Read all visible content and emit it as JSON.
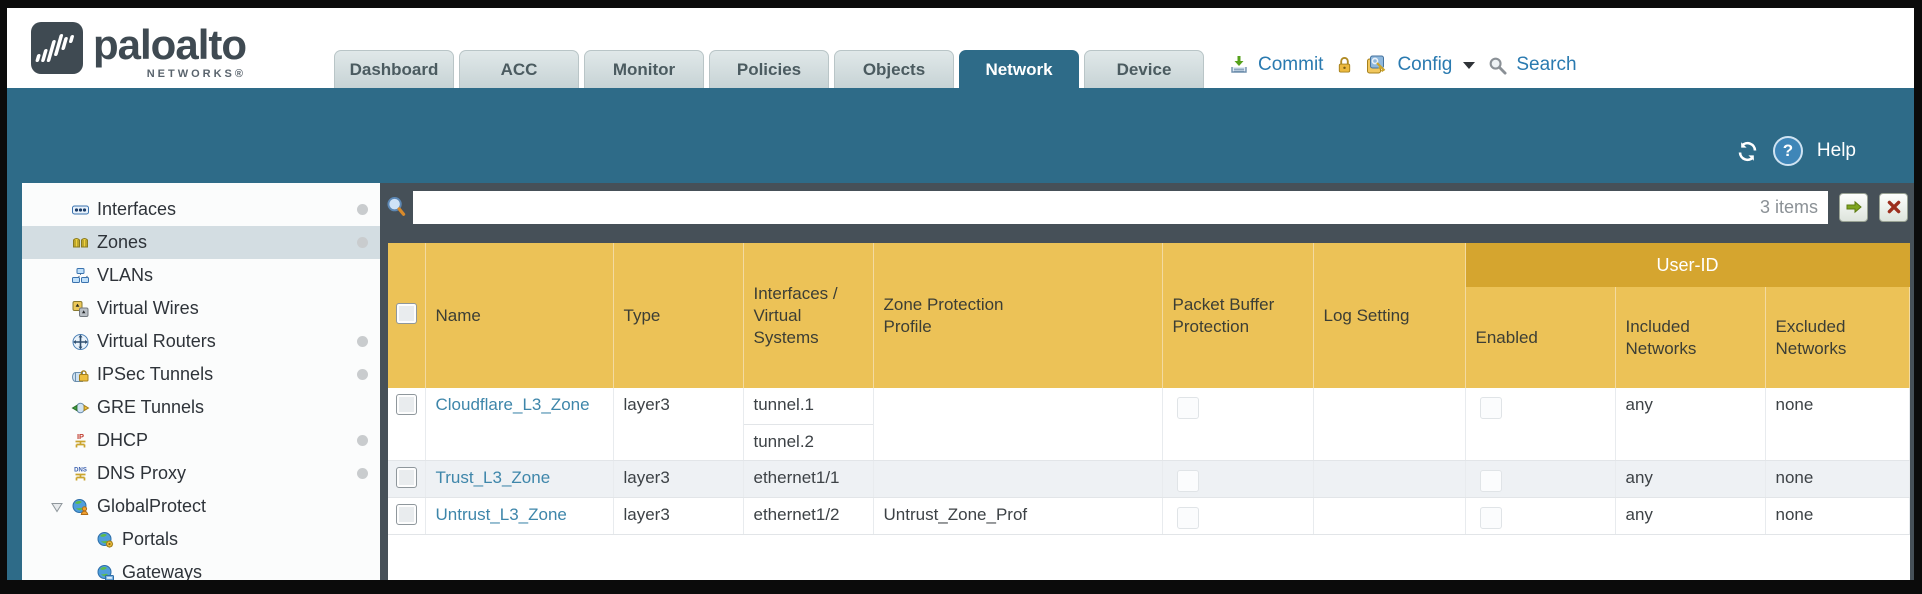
{
  "header": {
    "logo": {
      "brand": "paloalto",
      "sub": "NETWORKS®"
    },
    "tabs": [
      {
        "label": "Dashboard",
        "active": false
      },
      {
        "label": "ACC",
        "active": false
      },
      {
        "label": "Monitor",
        "active": false
      },
      {
        "label": "Policies",
        "active": false
      },
      {
        "label": "Objects",
        "active": false
      },
      {
        "label": "Network",
        "active": true
      },
      {
        "label": "Device",
        "active": false
      }
    ],
    "utilities": {
      "commit_label": "Commit",
      "config_label": "Config",
      "search_label": "Search"
    }
  },
  "band": {
    "help_label": "Help"
  },
  "sidebar": {
    "items": [
      {
        "label": "Interfaces",
        "icon": "interfaces-icon",
        "dot": true
      },
      {
        "label": "Zones",
        "icon": "zones-icon",
        "dot": true,
        "selected": true
      },
      {
        "label": "VLANs",
        "icon": "vlans-icon"
      },
      {
        "label": "Virtual Wires",
        "icon": "virtual-wires-icon"
      },
      {
        "label": "Virtual Routers",
        "icon": "virtual-routers-icon",
        "dot": true
      },
      {
        "label": "IPSec Tunnels",
        "icon": "ipsec-tunnels-icon",
        "dot": true
      },
      {
        "label": "GRE Tunnels",
        "icon": "gre-tunnels-icon"
      },
      {
        "label": "DHCP",
        "icon": "dhcp-icon",
        "dot": true
      },
      {
        "label": "DNS Proxy",
        "icon": "dns-proxy-icon",
        "dot": true
      },
      {
        "label": "GlobalProtect",
        "icon": "globalprotect-icon",
        "expanded": true
      },
      {
        "label": "Portals",
        "icon": "portals-icon",
        "child": true
      },
      {
        "label": "Gateways",
        "icon": "gateways-icon",
        "child": true
      }
    ]
  },
  "filter": {
    "value": "",
    "count": "3 items"
  },
  "table": {
    "group_header": "User-ID",
    "columns": [
      "Name",
      "Type",
      "Interfaces / Virtual Systems",
      "Zone Protection Profile",
      "Packet Buffer Protection",
      "Log Setting",
      "Enabled",
      "Included Networks",
      "Excluded Networks"
    ],
    "rows": [
      {
        "name": "Cloudflare_L3_Zone",
        "type": "layer3",
        "interfaces": [
          "tunnel.1",
          "tunnel.2"
        ],
        "zone_protection_profile": "",
        "packet_buffer_protection": false,
        "log_setting": "",
        "enabled": false,
        "included_networks": "any",
        "excluded_networks": "none"
      },
      {
        "name": "Trust_L3_Zone",
        "type": "layer3",
        "interfaces": [
          "ethernet1/1"
        ],
        "zone_protection_profile": "",
        "packet_buffer_protection": false,
        "log_setting": "",
        "enabled": false,
        "included_networks": "any",
        "excluded_networks": "none"
      },
      {
        "name": "Untrust_L3_Zone",
        "type": "layer3",
        "interfaces": [
          "ethernet1/2"
        ],
        "zone_protection_profile": "Untrust_Zone_Prof",
        "packet_buffer_protection": false,
        "log_setting": "",
        "enabled": false,
        "included_networks": "any",
        "excluded_networks": "none"
      }
    ]
  },
  "colors": {
    "teal": "#2e6b88",
    "charcoal": "#465058",
    "header_amber": "#ecc257",
    "user_id_band": "#d5a52f",
    "link_blue": "#3e86aa",
    "tab_inactive": "#c7d3d5"
  }
}
